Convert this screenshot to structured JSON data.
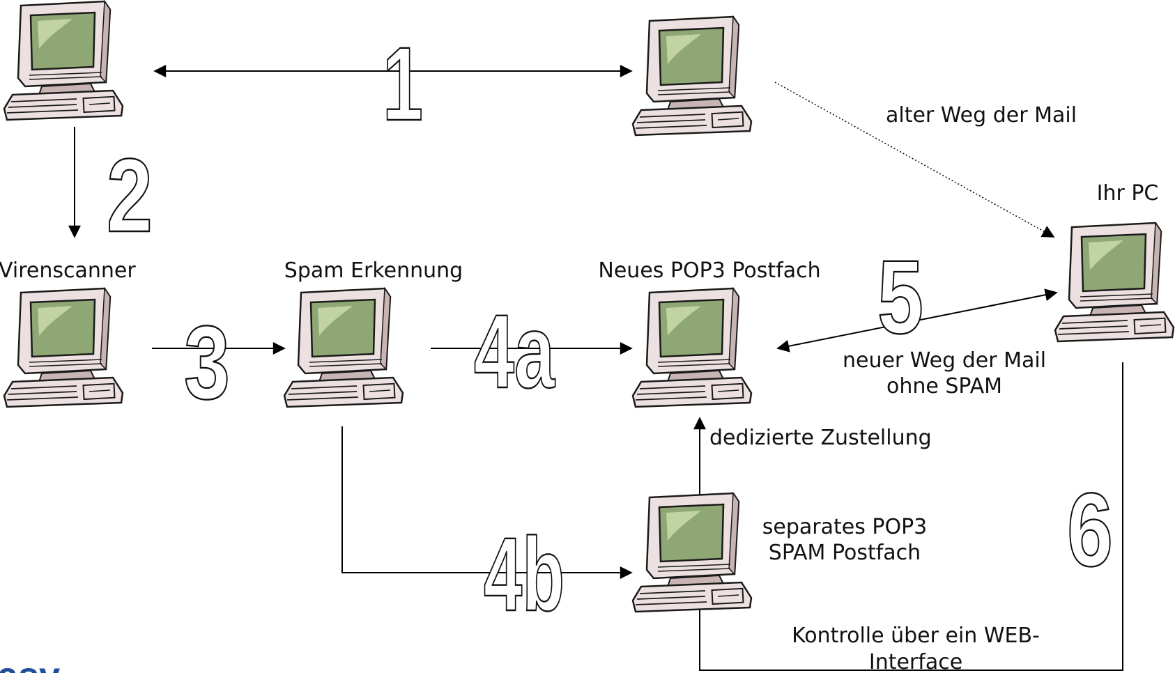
{
  "colors": {
    "screen": "#8fa774",
    "screen_highlight": "#c7d8a8",
    "monitor_body": "#ede0e0",
    "monitor_shade": "#c9b4b4",
    "outline": "#1a1a1a",
    "logo": "#1f4e9c"
  },
  "icons": {
    "computer": "desktop-computer-icon"
  },
  "labels": {
    "virenscanner": "Virenscanner",
    "spam_erkennung": "Spam Erkennung",
    "neues_pop3": "Neues POP3 Postfach",
    "ihr_pc": "Ihr PC",
    "alter_weg": "alter Weg der Mail",
    "neuer_weg_1": "neuer Weg der Mail",
    "neuer_weg_2": "ohne SPAM",
    "dedizierte": "dedizierte Zustellung",
    "separates_1": "separates POP3",
    "separates_2": "SPAM Postfach",
    "kontrolle_1": "Kontrolle über ein WEB-",
    "kontrolle_2": "Interface"
  },
  "steps": {
    "s1": "1",
    "s2": "2",
    "s3": "3",
    "s4a": "4a",
    "s4b": "4b",
    "s5": "5",
    "s6": "6"
  },
  "logo": "asv"
}
